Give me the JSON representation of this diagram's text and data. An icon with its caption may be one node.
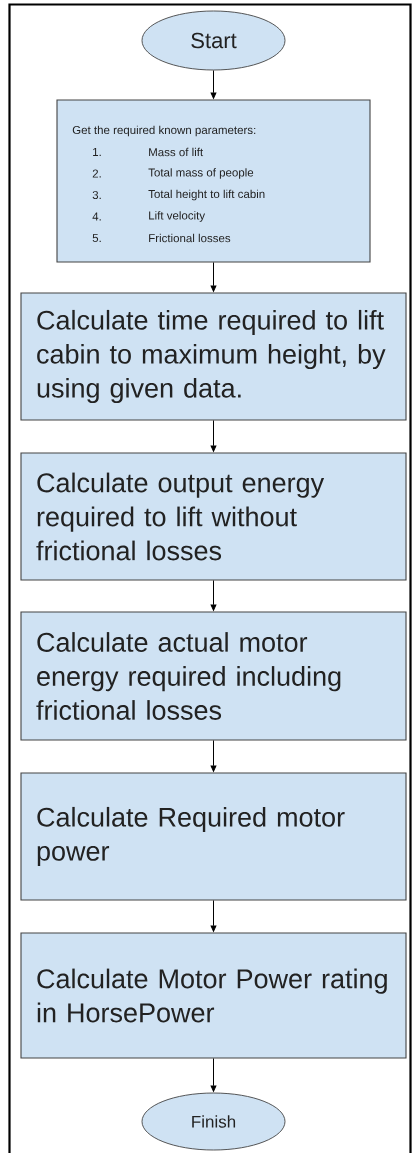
{
  "diagram": {
    "nodes": [
      {
        "text": [
          "Start"
        ]
      },
      {
        "text": [
          "Get the required known parameters:",
          "1.",
          "Mass of lift",
          "2.",
          "Total mass of people",
          "3.",
          "Total height to lift cabin",
          "4.",
          "Lift velocity",
          "5.",
          "Frictional losses"
        ]
      },
      {
        "text": [
          "Calculate time required to lift cabin to maximum height, by using given data."
        ]
      },
      {
        "text": [
          "Calculate output energy required to lift without frictional losses"
        ]
      },
      {
        "text": [
          "Calculate actual motor energy required including frictional losses"
        ]
      },
      {
        "text": [
          "Calculate Required motor power"
        ]
      },
      {
        "text": [
          "Calculate Motor Power rating in HorsePower"
        ]
      },
      {
        "text": [
          "Finish"
        ]
      }
    ],
    "edges": [
      {
        "from": 0,
        "to": 1,
        "arrow": "to"
      },
      {
        "from": 1,
        "to": 2,
        "arrow": "to"
      },
      {
        "from": 2,
        "to": 3,
        "arrow": "to"
      },
      {
        "from": 3,
        "to": 4,
        "arrow": "to"
      },
      {
        "from": 4,
        "to": 5,
        "arrow": "to"
      },
      {
        "from": 5,
        "to": 6,
        "arrow": "to"
      },
      {
        "from": 6,
        "to": 7,
        "arrow": "to"
      }
    ]
  }
}
